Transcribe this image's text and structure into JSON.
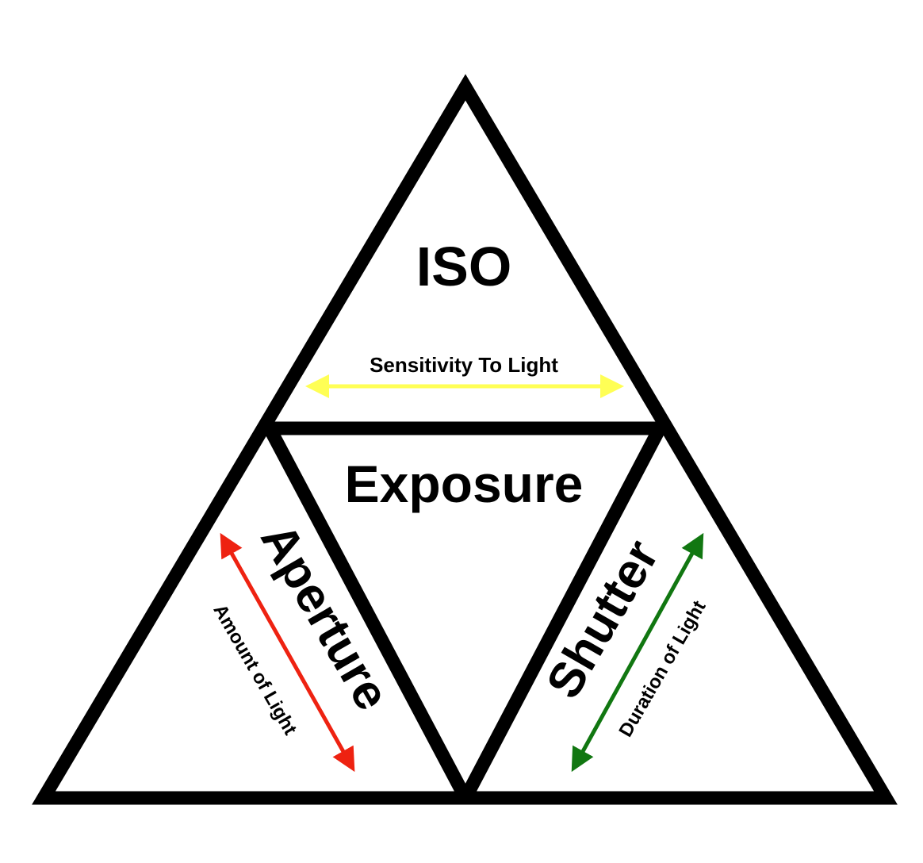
{
  "diagram": {
    "title_center": "Exposure",
    "top": {
      "label": "ISO",
      "sublabel": "Sensitivity To Light",
      "arrow_color": "#ffff55"
    },
    "left": {
      "label": "Aperture",
      "sublabel": "Amount of Light",
      "arrow_color": "#ee2211"
    },
    "right": {
      "label": "Shutter",
      "sublabel": "Duration of Light",
      "arrow_color": "#117711"
    },
    "outline_color": "#000000"
  }
}
